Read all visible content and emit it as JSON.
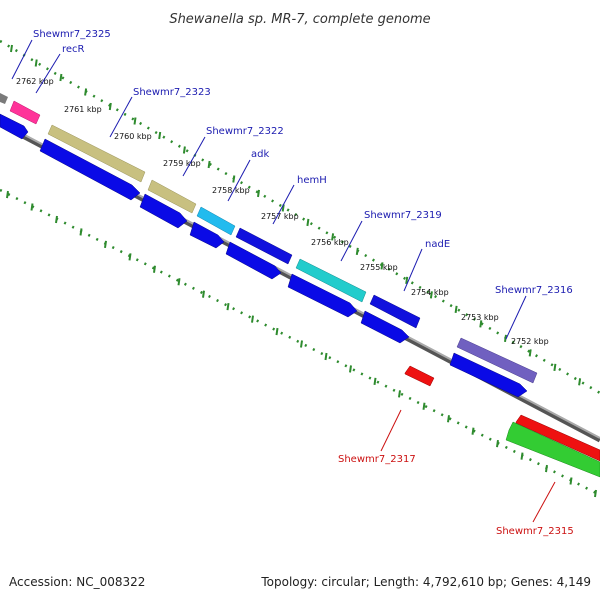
{
  "title": "Shewanella sp. MR-7, complete genome",
  "footer": {
    "accession": "Accession: NC_008322",
    "summary": "Topology: circular; Length: 4,792,610 bp; Genes: 4,149"
  },
  "colors": {
    "backbone": "#808080",
    "tick": "#2e8b2e",
    "forward_label": "#1c1cb0",
    "reverse_label": "#cc1111",
    "cds": "#0a0ae6",
    "reverse_gene": "#ee1111",
    "reverse_gene_2": "#33cc33"
  },
  "kbp_labels": [
    "2762 kbp",
    "2761 kbp",
    "2760 kbp",
    "2759 kbp",
    "2758 kbp",
    "2757 kbp",
    "2756 kbp",
    "2755 kbp",
    "2754 kbp",
    "2753 kbp",
    "2752 kbp"
  ],
  "forward_genes": [
    {
      "label": "Shewmr7_2325",
      "color": "#ff3399"
    },
    {
      "label": "recR",
      "color": "#ff3399"
    },
    {
      "label": "Shewmr7_2323",
      "color": "#c8c080"
    },
    {
      "label": "Shewmr7_2322",
      "color": "#c8c080"
    },
    {
      "label": "adk",
      "color": "#22bbee"
    },
    {
      "label": "hemH",
      "color": "#1111dd"
    },
    {
      "label": "Shewmr7_2319",
      "color": "#22cccc"
    },
    {
      "label": "nadE",
      "color": "#1111dd"
    },
    {
      "label": "Shewmr7_2316",
      "color": "#7060c0"
    }
  ],
  "reverse_genes": [
    {
      "label": "Shewmr7_2317",
      "color": "#ee1111"
    },
    {
      "label": "Shewmr7_2315",
      "color": "#33cc33"
    }
  ]
}
